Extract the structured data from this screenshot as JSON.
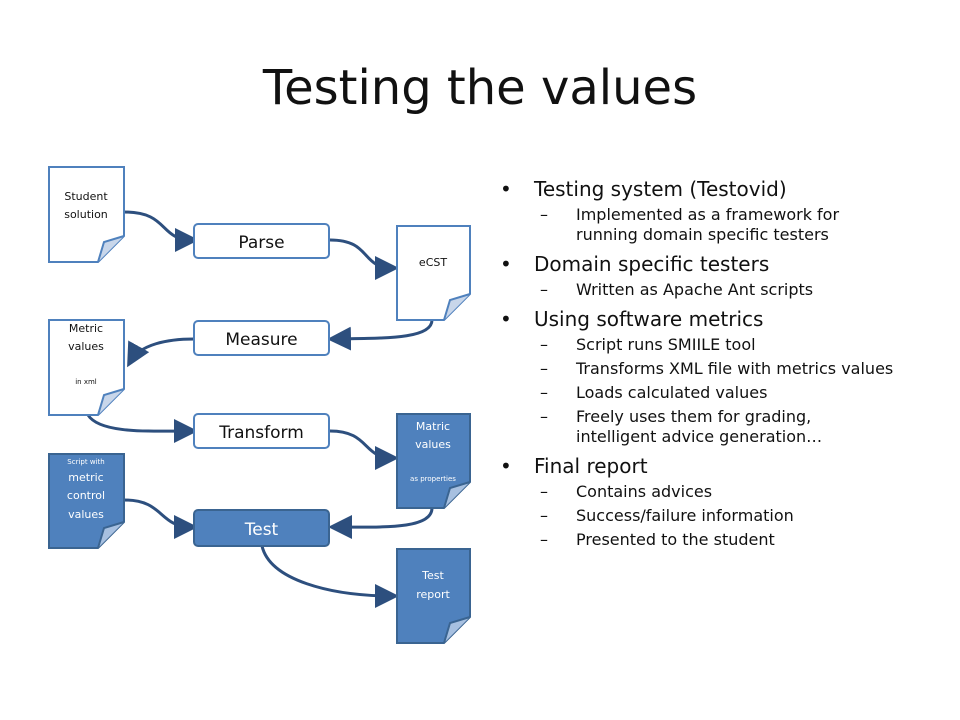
{
  "slide": {
    "title": "Testing the values"
  },
  "diagram": {
    "docs": {
      "student_solution": [
        "Student",
        "solution"
      ],
      "ecst": [
        "eCST"
      ],
      "metric_values": [
        "Metric",
        "values",
        "in xml"
      ],
      "matric_values": [
        "Matric",
        "values",
        "as properties"
      ],
      "script_metric": [
        "Script with",
        "metric",
        "control",
        "values"
      ],
      "test_report": [
        "Test",
        "report"
      ]
    },
    "steps": {
      "parse": "Parse",
      "measure": "Measure",
      "transform": "Transform",
      "test": "Test"
    },
    "colors": {
      "accent": "#4f81bd",
      "fill_dark": "#4f81bd",
      "border_dark": "#3a6491",
      "fill_light": "#ffffff",
      "arrow": "#2d4f7e"
    }
  },
  "bullets": [
    {
      "text": "Testing system (Testovid)",
      "sub": [
        "Implemented as a framework for running domain specific testers"
      ]
    },
    {
      "text": "Domain specific testers",
      "sub": [
        "Written as Apache Ant scripts"
      ]
    },
    {
      "text": "Using software metrics",
      "sub": [
        "Script runs SMIILE tool",
        "Transforms XML file with metrics values",
        "Loads calculated values",
        "Freely uses them for grading, intelligent advice generation…"
      ]
    },
    {
      "text": "Final report",
      "sub": [
        "Contains advices",
        "Success/failure information",
        "Presented to the student"
      ]
    }
  ]
}
